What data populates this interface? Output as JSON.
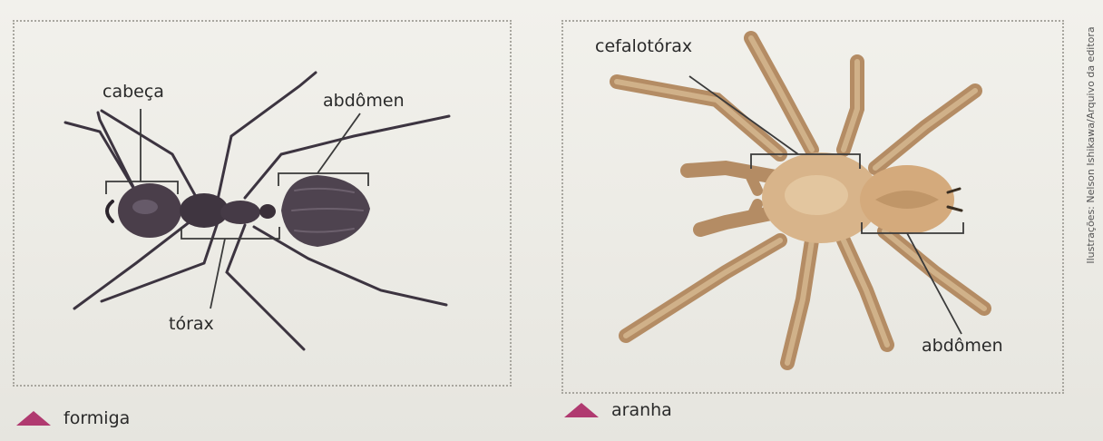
{
  "ant": {
    "labels": {
      "head": "cabeça",
      "thorax": "tórax",
      "abdomen": "abdômen"
    },
    "caption": "formiga"
  },
  "spider": {
    "labels": {
      "cephalothorax": "cefalotórax",
      "abdomen": "abdômen"
    },
    "caption": "aranha"
  },
  "credit": "Ilustrações: Nelson Ishikawa/Arquivo da editora",
  "colors": {
    "caption_marker": "#b03a70",
    "ant_body": "#4a3e4a",
    "spider_body": "#d8b48a"
  }
}
